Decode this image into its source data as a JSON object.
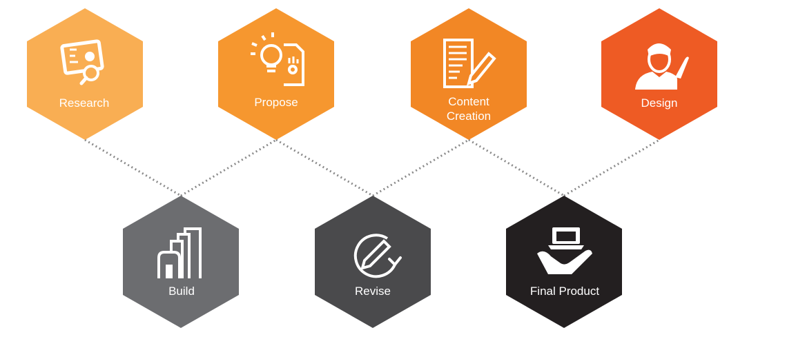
{
  "steps": [
    {
      "id": "research",
      "label": "Research",
      "color": "#F9AE53",
      "icon": "presentation-magnifier-icon"
    },
    {
      "id": "propose",
      "label": "Propose",
      "color": "#F6972F",
      "icon": "lightbulb-document-icon"
    },
    {
      "id": "content",
      "label_line1": "Content",
      "label_line2": "Creation",
      "color": "#F28725",
      "icon": "document-pencil-icon"
    },
    {
      "id": "design",
      "label": "Design",
      "color": "#EE5B24",
      "icon": "person-brush-icon"
    },
    {
      "id": "build",
      "label": "Build",
      "color": "#6C6D70",
      "icon": "building-bars-icon"
    },
    {
      "id": "revise",
      "label": "Revise",
      "color": "#4A4A4C",
      "icon": "pencil-refresh-icon"
    },
    {
      "id": "final",
      "label": "Final Product",
      "color": "#231F20",
      "icon": "hand-laptop-icon"
    }
  ],
  "connector_color": "#888888"
}
